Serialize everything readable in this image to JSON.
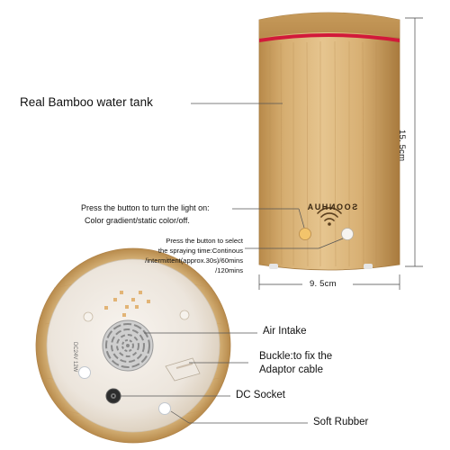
{
  "product": {
    "brand_text": "SOONHUA",
    "labels": {
      "tank": "Real Bamboo water tank",
      "light_button_line1": "Press the button to turn the light on:",
      "light_button_line2": "Color gradient/static color/off.",
      "spray_line1": "Press the button to select",
      "spray_line2": "the spraying time:Continous",
      "spray_line3": "/intermittent(approx.30s)/60mins",
      "spray_line4": "/120mins",
      "air_intake": "Air Intake",
      "buckle_line1": "Buckle:to fix the",
      "buckle_line2": "Adaptor cable",
      "dc_socket": "DC Socket",
      "soft_rubber": "Soft Rubber",
      "base_marking": "DC24V 12W"
    },
    "dimensions": {
      "height": "15. 5cm",
      "width": "9. 5cm"
    },
    "colors": {
      "bamboo": "#d9b47a",
      "accent_ring": "#d2193a",
      "base_plastic": "#f1ece6"
    },
    "icons": {
      "wifi": "wifi-mist-icon",
      "light_button": "light-button-icon",
      "spray_button": "spray-button-icon"
    }
  }
}
